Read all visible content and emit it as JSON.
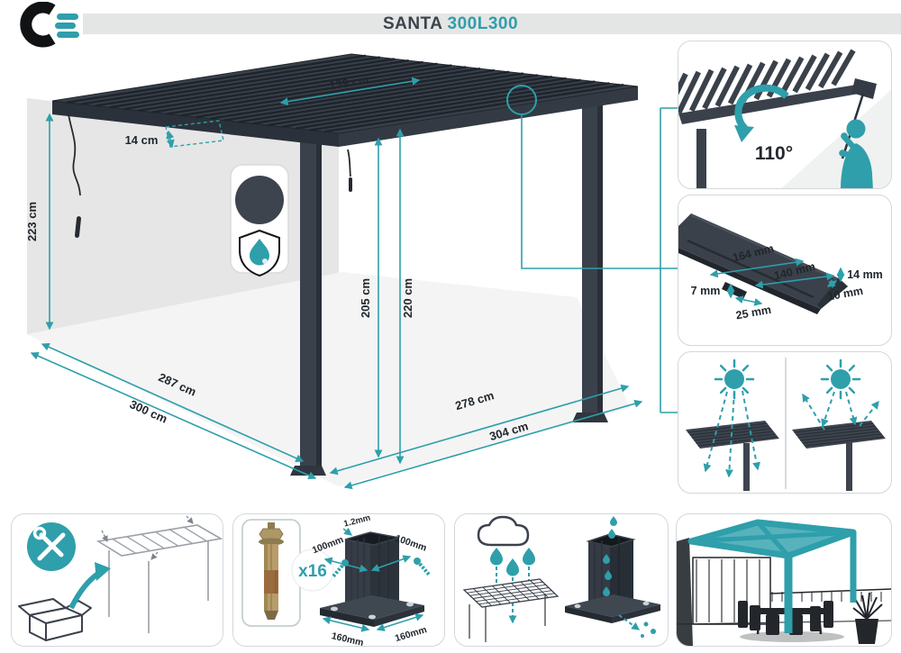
{
  "header": {
    "brand": "SANTA",
    "model": "300L300"
  },
  "dims": {
    "roof": "139 cm",
    "louver": "14 cm",
    "height": "223 cm",
    "clear": "205 cm",
    "beam": "220 cm",
    "depth_in": "287 cm",
    "depth_out": "300 cm",
    "width_in": "278 cm",
    "width_out": "304 cm"
  },
  "rotation": {
    "angle": "110°"
  },
  "profile": {
    "outer": "164 mm",
    "inner": "140 mm",
    "right": "14 mm",
    "left": "7 mm",
    "hook": "25 mm",
    "tip": "10 mm"
  },
  "anchor": {
    "count": "x16",
    "wall": "1.2mm",
    "w1": "100mm",
    "w2": "100mm",
    "b1": "160mm",
    "b2": "160mm"
  },
  "colors": {
    "accent": "#2E9FAB",
    "dark": "#3A414B"
  }
}
